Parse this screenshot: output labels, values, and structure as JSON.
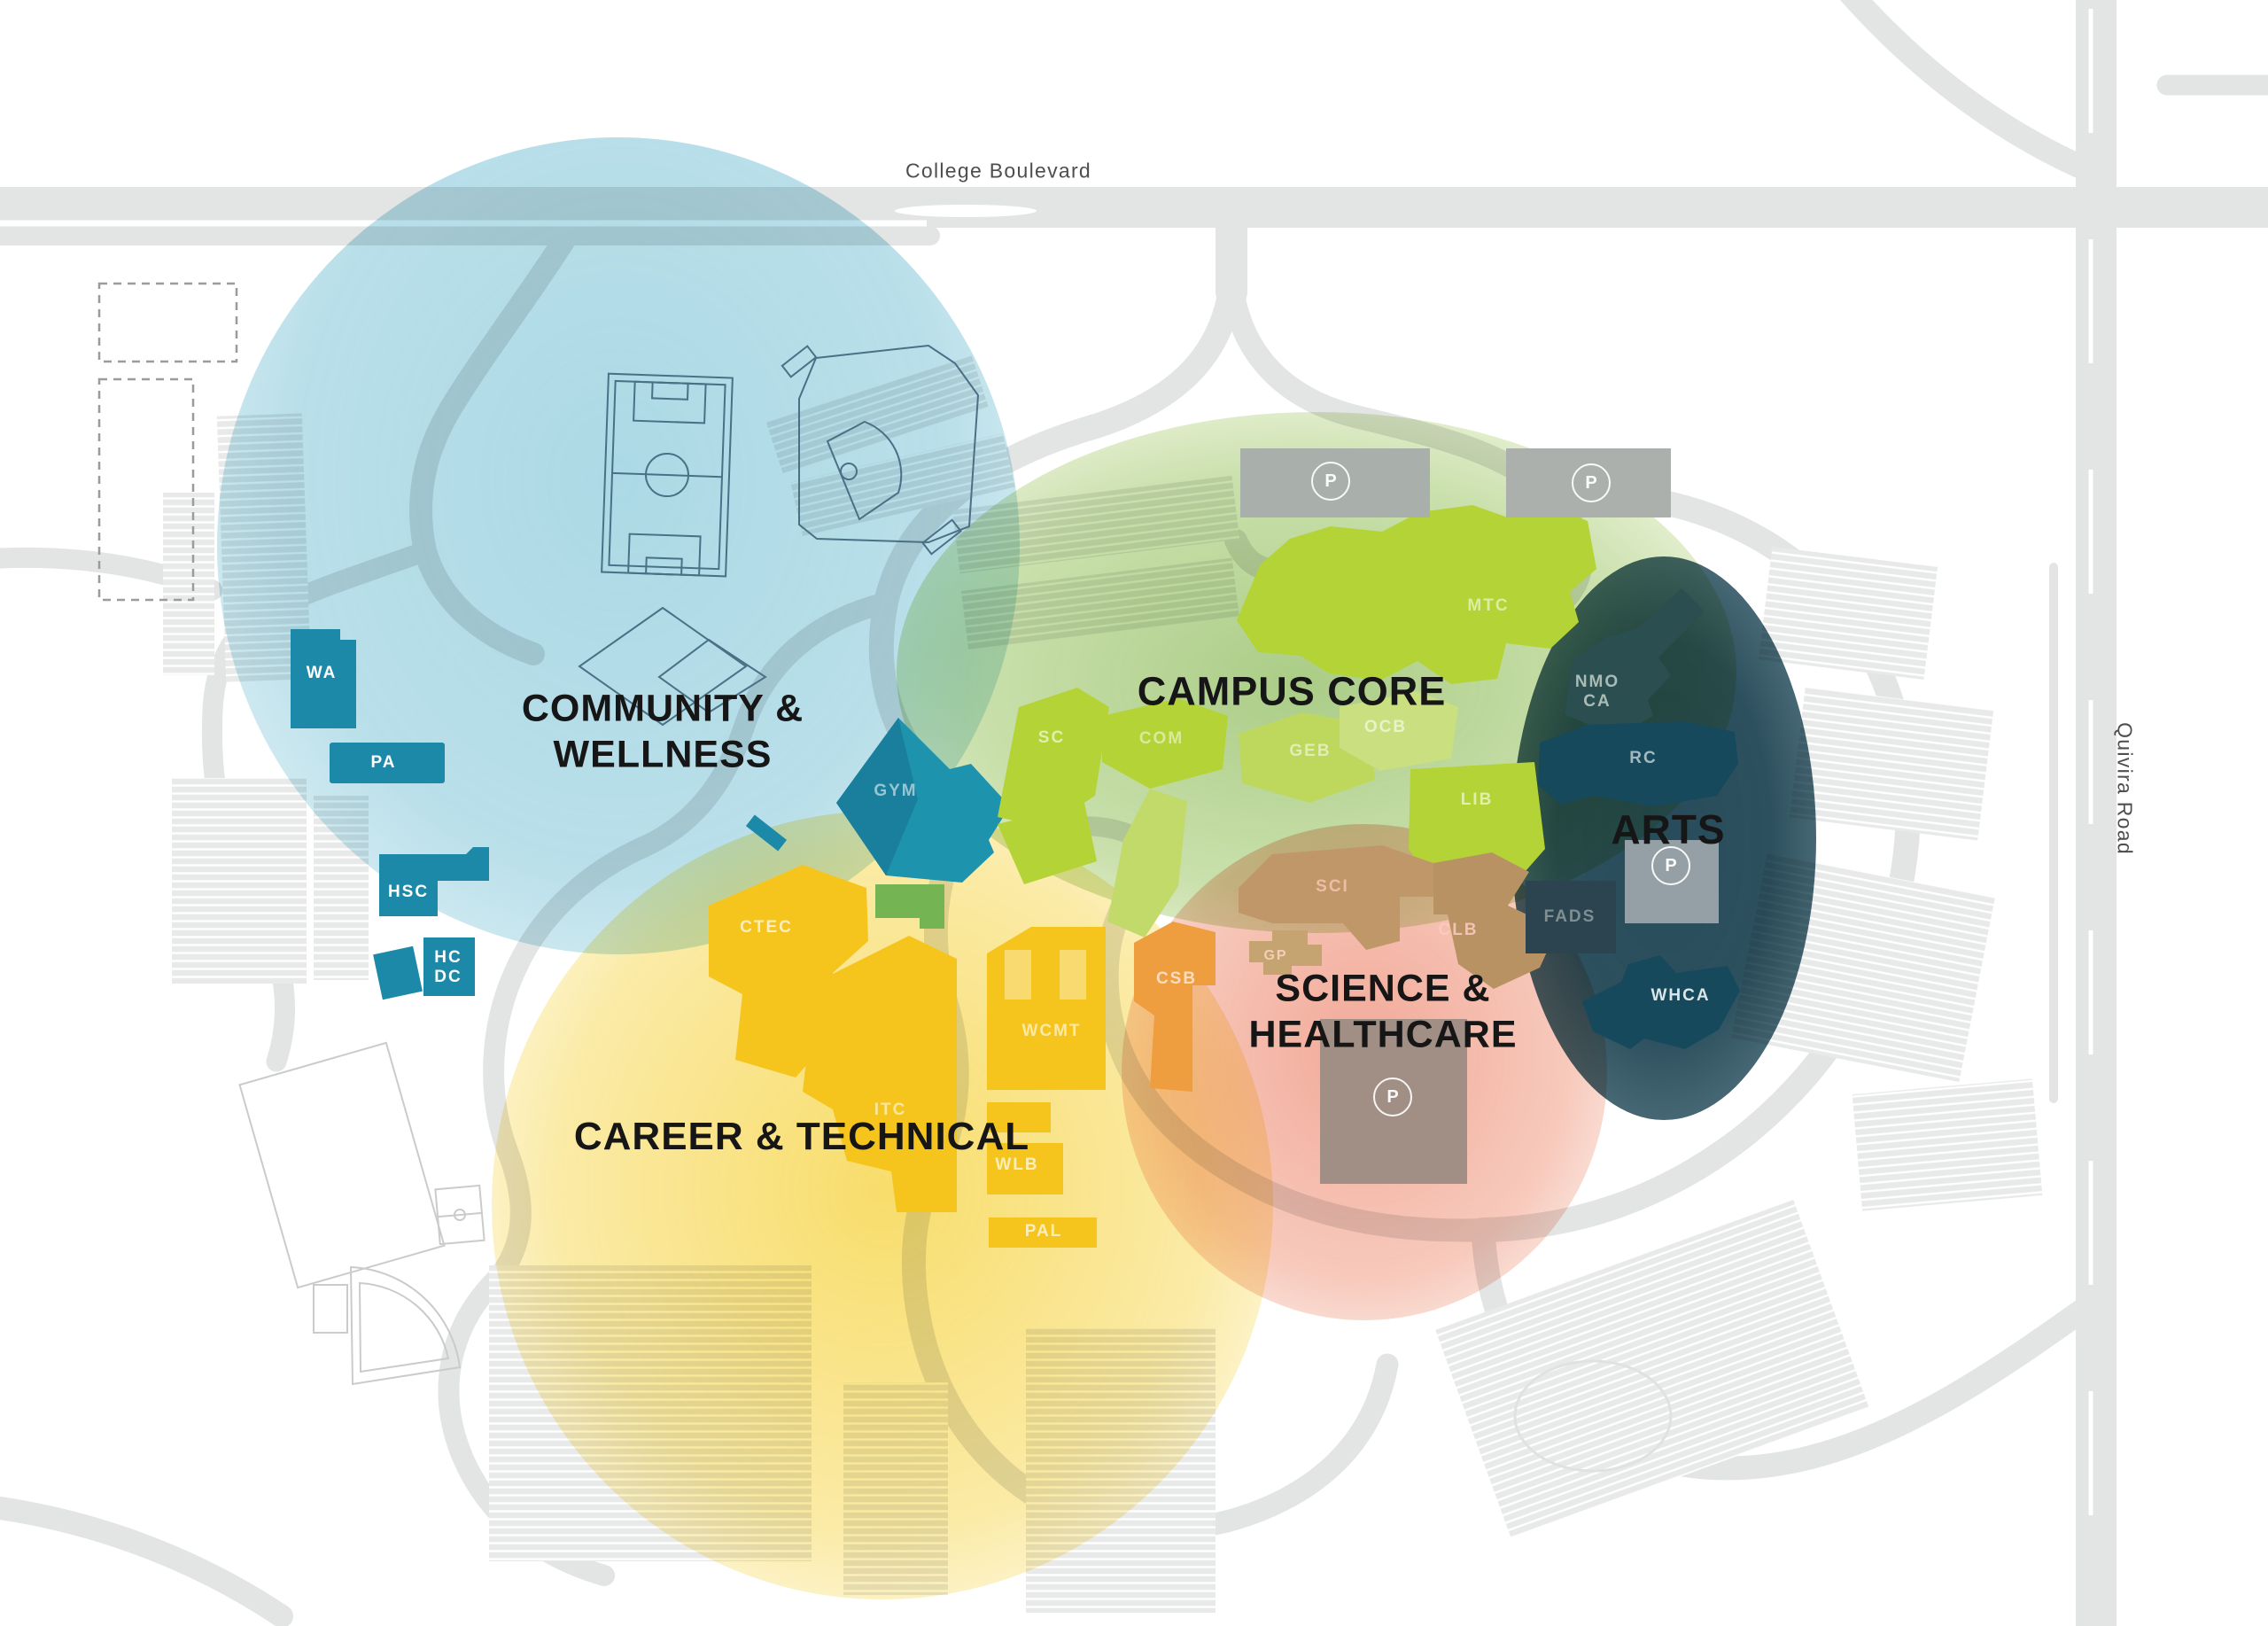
{
  "roads": {
    "horizontal": "College Boulevard",
    "vertical": "Quivira Road"
  },
  "parking": {
    "symbol": "P",
    "count": 4
  },
  "zones": [
    {
      "id": "community-wellness",
      "label_lines": [
        "COMMUNITY &",
        "WELLNESS"
      ],
      "color": "#79c2d6"
    },
    {
      "id": "campus-core",
      "label_lines": [
        "CAMPUS CORE"
      ],
      "color": "#8cbb3f"
    },
    {
      "id": "arts",
      "label_lines": [
        "ARTS"
      ],
      "color": "#143c4c"
    },
    {
      "id": "science-healthcare",
      "label_lines": [
        "SCIENCE &",
        "HEALTHCARE"
      ],
      "color": "#e8684a"
    },
    {
      "id": "career-technical",
      "label_lines": [
        "CAREER & TECHNICAL"
      ],
      "color": "#f4c400"
    }
  ],
  "buildings": [
    {
      "id": "wa",
      "zone": "community-wellness",
      "label_lines": [
        "WA"
      ]
    },
    {
      "id": "pa",
      "zone": "community-wellness",
      "label_lines": [
        "PA"
      ]
    },
    {
      "id": "hsc",
      "zone": "community-wellness",
      "label_lines": [
        "HSC"
      ]
    },
    {
      "id": "hcdc",
      "zone": "community-wellness",
      "label_lines": [
        "HC",
        "DC"
      ]
    },
    {
      "id": "gym",
      "zone": "community-wellness",
      "label_lines": [
        "GYM"
      ]
    },
    {
      "id": "mtc",
      "zone": "campus-core",
      "label_lines": [
        "MTC"
      ]
    },
    {
      "id": "sc",
      "zone": "campus-core",
      "label_lines": [
        "SC"
      ]
    },
    {
      "id": "com",
      "zone": "campus-core",
      "label_lines": [
        "COM"
      ]
    },
    {
      "id": "geb",
      "zone": "campus-core",
      "label_lines": [
        "GEB"
      ]
    },
    {
      "id": "ocb",
      "zone": "campus-core",
      "label_lines": [
        "OCB"
      ]
    },
    {
      "id": "lib",
      "zone": "campus-core",
      "label_lines": [
        "LIB"
      ]
    },
    {
      "id": "nmoca",
      "zone": "arts",
      "label_lines": [
        "NMO",
        "CA"
      ]
    },
    {
      "id": "rc",
      "zone": "arts",
      "label_lines": [
        "RC"
      ]
    },
    {
      "id": "fads",
      "zone": "arts",
      "label_lines": [
        "FADS"
      ]
    },
    {
      "id": "whca",
      "zone": "arts",
      "label_lines": [
        "WHCA"
      ]
    },
    {
      "id": "sci",
      "zone": "science-healthcare",
      "label_lines": [
        "SCI"
      ]
    },
    {
      "id": "clb",
      "zone": "science-healthcare",
      "label_lines": [
        "CLB"
      ]
    },
    {
      "id": "gp",
      "zone": "science-healthcare",
      "label_lines": [
        "GP"
      ]
    },
    {
      "id": "csb",
      "zone": "science-healthcare",
      "label_lines": [
        "CSB"
      ]
    },
    {
      "id": "ctec",
      "zone": "career-technical",
      "label_lines": [
        "CTEC"
      ]
    },
    {
      "id": "wcmt",
      "zone": "career-technical",
      "label_lines": [
        "WCMT"
      ]
    },
    {
      "id": "itc",
      "zone": "career-technical",
      "label_lines": [
        "ITC"
      ]
    },
    {
      "id": "wlb",
      "zone": "career-technical",
      "label_lines": [
        "WLB"
      ]
    },
    {
      "id": "pal",
      "zone": "career-technical",
      "label_lines": [
        "PAL"
      ]
    }
  ]
}
